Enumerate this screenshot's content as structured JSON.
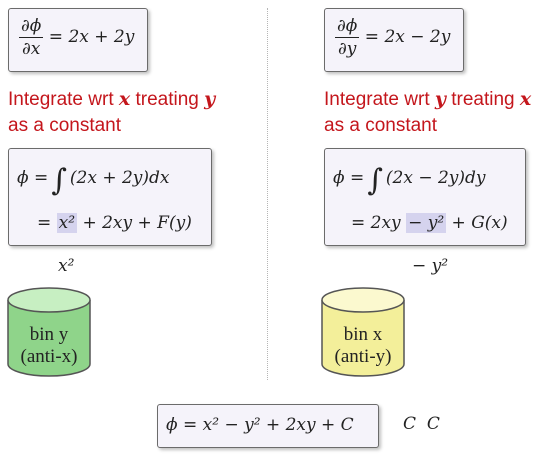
{
  "left": {
    "derivative": {
      "num": "∂ϕ",
      "den": "∂x",
      "rhs": "= 2x + 2y"
    },
    "instruction_line1_pre": "Integrate wrt ",
    "instruction_var": "x",
    "instruction_line1_mid": " treating ",
    "instruction_var2": "y",
    "instruction_line2": "as a constant",
    "integral_lhs": "ϕ =",
    "integral_body": "(2x + 2y)dx",
    "result_eq": "=",
    "result_hl": "x²",
    "result_rest": "+ 2xy + F(y)",
    "float_term": "x²",
    "bin_label_line1": "bin y",
    "bin_label_line2": "(anti-x)",
    "bin_color": "#8fd48a"
  },
  "right": {
    "derivative": {
      "num": "∂ϕ",
      "den": "∂y",
      "rhs": "= 2x − 2y"
    },
    "instruction_line1_pre": "Integrate wrt ",
    "instruction_var": "y",
    "instruction_line1_mid": " treating ",
    "instruction_var2": "x",
    "instruction_line2": "as a constant",
    "integral_lhs": "ϕ =",
    "integral_body": "(2x − 2y)dy",
    "result_pre": "= 2xy",
    "result_hl": "− y²",
    "result_rest": "+ G(x)",
    "float_term": "− y²",
    "bin_label_line1": "bin x",
    "bin_label_line2": "(anti-y)",
    "bin_color": "#f3ef9a"
  },
  "final": {
    "equation": "ϕ = x² − y² + 2xy + C",
    "trailing": "C  C"
  }
}
